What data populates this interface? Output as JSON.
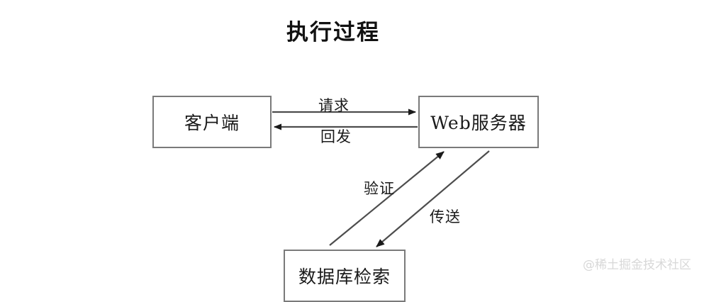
{
  "diagram": {
    "title": "执行过程",
    "background_color": "#ffffff",
    "box_border_color": "#7a7a7a",
    "text_color": "#1a1a1a",
    "arrow_color": "#4d4d4d",
    "nodes": [
      {
        "id": "client",
        "label": "客户端"
      },
      {
        "id": "webserver",
        "label": "Web服务器"
      },
      {
        "id": "database",
        "label": "数据库检索"
      }
    ],
    "edges": [
      {
        "id": "request",
        "label": "请求",
        "from": "client",
        "to": "webserver",
        "direction": "right"
      },
      {
        "id": "postback",
        "label": "回发",
        "from": "webserver",
        "to": "client",
        "direction": "left"
      },
      {
        "id": "verify",
        "label": "验证",
        "from": "database",
        "to": "webserver",
        "direction": "up-right"
      },
      {
        "id": "transmit",
        "label": "传送",
        "from": "webserver",
        "to": "database",
        "direction": "down-left"
      }
    ]
  },
  "watermark": {
    "text": "@稀土掘金技术社区",
    "color": "#d8d8d8"
  }
}
